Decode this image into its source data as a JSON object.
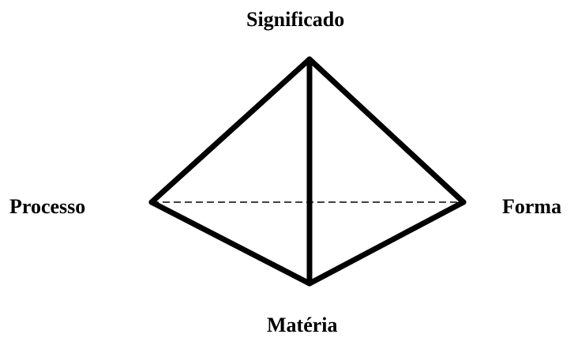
{
  "diagram": {
    "labels": {
      "top": "Significado",
      "left": "Processo",
      "right": "Forma",
      "bottom": "Matéria"
    },
    "edges": [
      {
        "from": "Significado",
        "to": "Processo",
        "style": "solid"
      },
      {
        "from": "Significado",
        "to": "Forma",
        "style": "solid"
      },
      {
        "from": "Significado",
        "to": "Matéria",
        "style": "solid"
      },
      {
        "from": "Processo",
        "to": "Matéria",
        "style": "solid"
      },
      {
        "from": "Forma",
        "to": "Matéria",
        "style": "solid"
      },
      {
        "from": "Processo",
        "to": "Forma",
        "style": "dashed"
      }
    ],
    "colors": {
      "line": "#000000",
      "text": "#000000",
      "background": "#ffffff"
    }
  }
}
